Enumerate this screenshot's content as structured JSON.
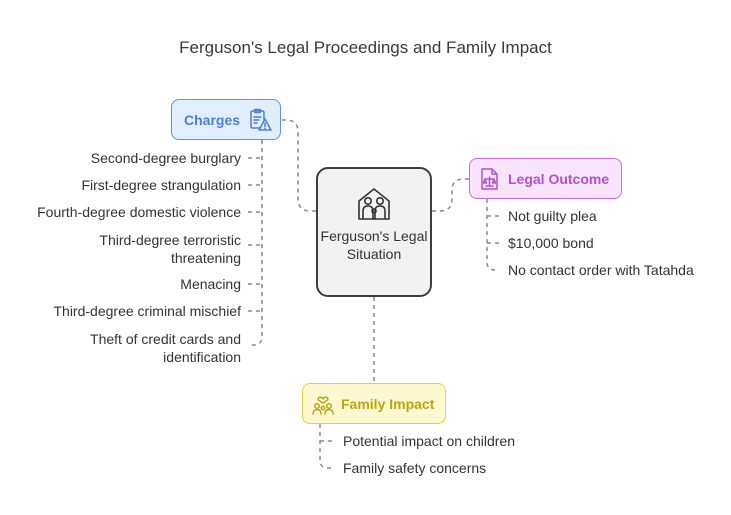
{
  "title": "Ferguson's Legal Proceedings and Family Impact",
  "center": {
    "label": "Ferguson's Legal Situation",
    "icon": "family-house-icon"
  },
  "charges": {
    "label": "Charges",
    "icon": "clipboard-warning-icon",
    "color": "#4b7fd6",
    "items": [
      "Second-degree burglary",
      "First-degree strangulation",
      "Fourth-degree domestic violence",
      "Third-degree terroristic threatening",
      "Menacing",
      "Third-degree criminal mischief",
      "Theft of credit cards and identification"
    ]
  },
  "legal_outcome": {
    "label": "Legal Outcome",
    "icon": "document-scales-icon",
    "color": "#b351cc",
    "items": [
      "Not guilty plea",
      "$10,000 bond",
      "No contact order with Tatahda"
    ]
  },
  "family_impact": {
    "label": "Family Impact",
    "icon": "family-heart-icon",
    "color": "#b8a612",
    "items": [
      "Potential impact on children",
      "Family safety concerns"
    ]
  }
}
